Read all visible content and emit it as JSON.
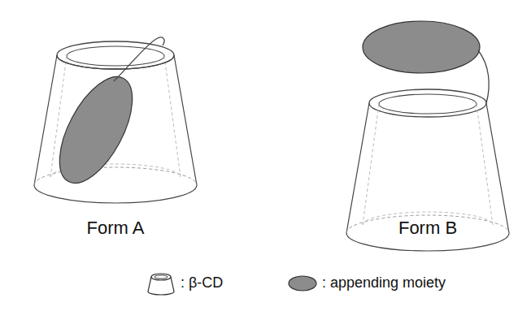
{
  "diagram": {
    "labels": [
      "Form A",
      "Form B"
    ],
    "legend": [
      {
        "text": ": β-CD"
      },
      {
        "text": ": appending moiety"
      }
    ]
  }
}
